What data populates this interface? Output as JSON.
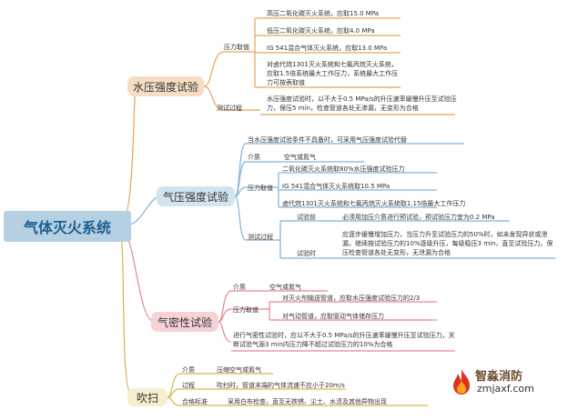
{
  "root": {
    "label": "气体灭火系统"
  },
  "hydro": {
    "label": "水压强度试验",
    "pressure_label": "压力取值",
    "pressure_items": [
      "高压二氧化碳灭火系统，应取15.0 MPa",
      "低压二氧化碳灭火系统，应取4.0 MPa",
      "IG 541混合气体灭火系统，应取13.0 MPa",
      "对卤代烷1301灭火系统和七氟丙烷灭火系统，应取1.5倍系统最大工作压力，系统最大工作压力可按表取值"
    ],
    "process_label": "测试过程",
    "process_text": "水压强度试验时，以不大于0.5 MPa/s的升压速率缓慢升压至试验压力，保压5 min，检查管道各处无渗漏，无变形为合格"
  },
  "pneumatic": {
    "label": "气压强度试验",
    "note": "当水压强度试验条件不具备时，可采用气压强度试验代替",
    "medium_label": "介质",
    "medium_value": "空气或氮气",
    "pressure_label": "压力取值",
    "pressure_items": [
      "二氧化碳灭火系统取80%水压强度试验压力",
      "IG 541混合气体灭火系统取10.5 MPa",
      "卤代烷1301灭火系统和七氟丙烷灭火系统取1.15倍最大工作压力"
    ],
    "process_label": "测试过程",
    "before_label": "试验前",
    "before_text": "必须用加压介质进行预试验，预试验压力宜为0.2 MPa",
    "during_label": "试验时",
    "during_text": "应逐步缓慢增加压力，当压力升至试验压力的50%时，如未发现异状或泄漏，继续按试验压力的10%逐级升压，每级稳压3 min，直至试验压力。保压检查管道各处无变形，无泄漏为合格"
  },
  "tightness": {
    "label": "气密性试验",
    "medium_label": "介质",
    "medium_value": "空气或氮气",
    "pressure_label": "压力取值",
    "pressure_items": [
      "对灭火剂输送管道，应取水压强度试验压力的2/3",
      "对气动管道，应取驱动气体储存压力"
    ],
    "process_text": "进行气密性试验时，应以不大于0.5 MPa/s的升压速率缓慢升压至试验压力，关断试验气源3 min内压力降不超过试验压力的10%为合格"
  },
  "purge": {
    "label": "吹扫",
    "medium_label": "介质",
    "medium_value": "压缩空气或氮气",
    "process_label": "过程",
    "process_value": "吹扫时，管道末端的气体流速不应小于20m/s",
    "standard_label": "合格标准",
    "standard_value": "采用白布检查，直至无铁锈、尘土、水渍及其他异物出现"
  },
  "watermark": {
    "title": "智淼消防",
    "url": "zmjaxf.com"
  },
  "colors": {
    "root": "#b5d0e3",
    "hydro": "#f6dec4",
    "hydro_line": "#e8a35a",
    "pneumatic": "#d2e4f0",
    "pneumatic_line": "#7fb3d6",
    "tightness": "#f6d2d6",
    "tightness_line": "#e68892",
    "purge": "#f6eed0",
    "purge_line": "#d9b648"
  }
}
